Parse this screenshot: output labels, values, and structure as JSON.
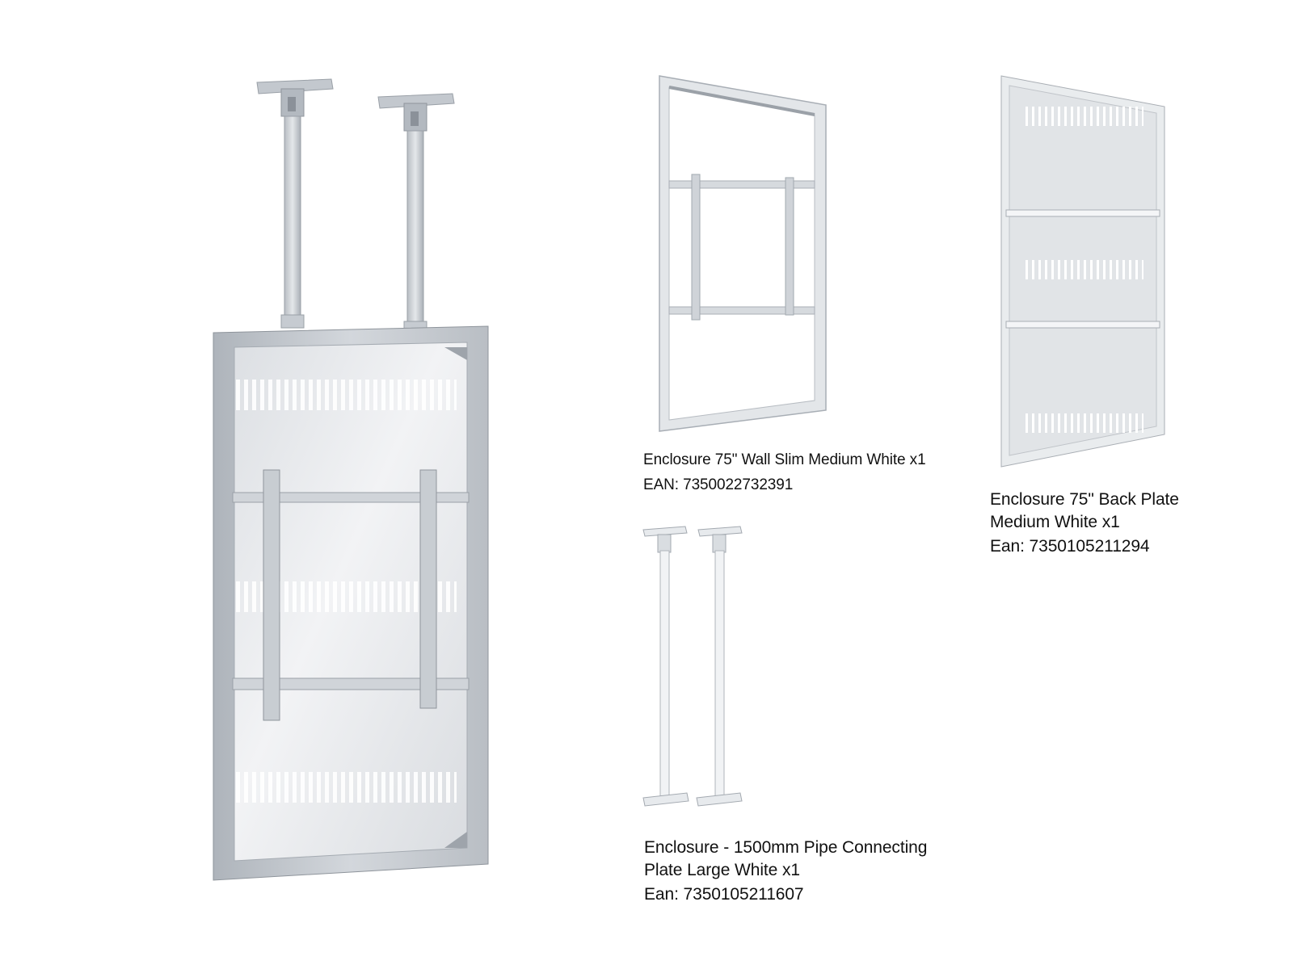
{
  "products": {
    "wall_slim": {
      "name": "Enclosure 75\" Wall Slim Medium White x1",
      "ean": "EAN: 7350022732391"
    },
    "back_plate": {
      "name_line1": "Enclosure 75\" Back Plate",
      "name_line2": "Medium White x1",
      "ean": "Ean: 7350105211294"
    },
    "pipe": {
      "name_line1": "Enclosure - 1500mm Pipe Connecting",
      "name_line2": "Plate Large White x1",
      "ean": "Ean: 7350105211607"
    }
  },
  "colors": {
    "background": "#ffffff",
    "text": "#111111",
    "aluminium": "#c9ced4",
    "white_metal": "#eceef0"
  }
}
